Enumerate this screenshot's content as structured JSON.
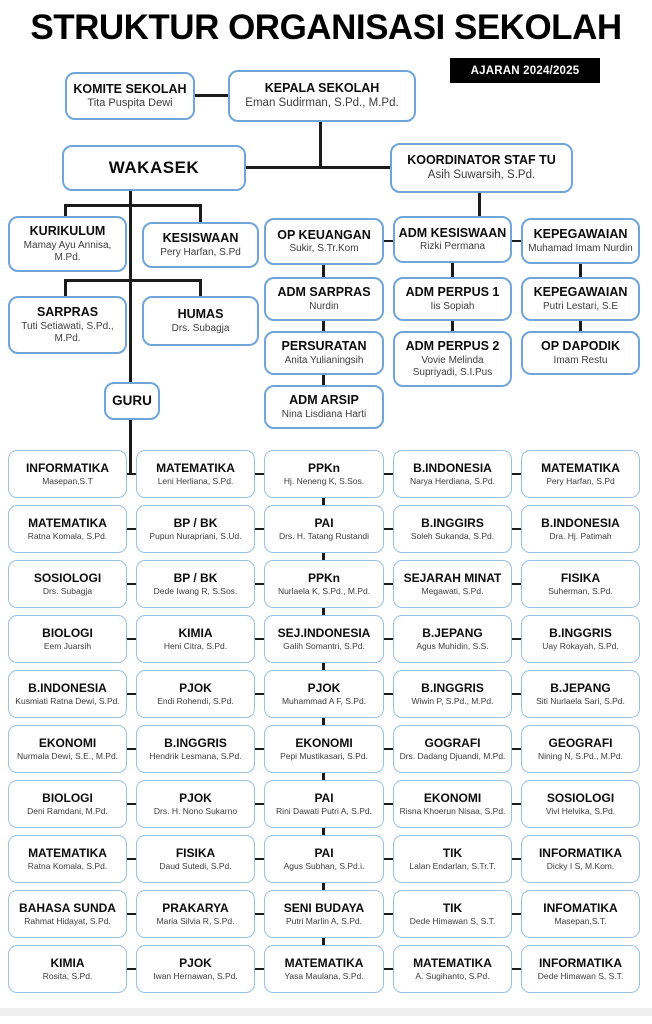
{
  "page": {
    "title": "STRUKTUR ORGANISASI SEKOLAH",
    "badge": "AJARAN 2024/2025"
  },
  "org": {
    "komite": {
      "title": "KOMITE SEKOLAH",
      "name": "Tita Puspita Dewi"
    },
    "kepala": {
      "title": "KEPALA SEKOLAH",
      "name": "Eman Sudirman, S.Pd., M.Pd."
    },
    "wakasek": {
      "title": "WAKASEK"
    },
    "koordinator": {
      "title": "KOORDINATOR STAF TU",
      "name": "Asih Suwarsih, S.Pd."
    },
    "kurikulum": {
      "title": "KURIKULUM",
      "name": "Mamay Ayu Annisa, M.Pd."
    },
    "kesiswaan": {
      "title": "KESISWAAN",
      "name": "Pery Harfan, S.Pd"
    },
    "sarpras": {
      "title": "SARPRAS",
      "name": "Tuti Setiawati, S.Pd., M.Pd."
    },
    "humas": {
      "title": "HUMAS",
      "name": "Drs. Subagja"
    },
    "guru": {
      "title": "GURU"
    },
    "op_keuangan": {
      "title": "OP KEUANGAN",
      "name": "Sukir, S.Tr.Kom"
    },
    "adm_kesiswaan": {
      "title": "ADM KESISWAAN",
      "name": "Rizki Permana"
    },
    "kepegawaian_1": {
      "title": "KEPEGAWAIAN",
      "name": "Muhamad Imam Nurdin"
    },
    "adm_sarpras": {
      "title": "ADM SARPRAS",
      "name": "Nurdin"
    },
    "adm_perpus_1": {
      "title": "ADM PERPUS 1",
      "name": "Iis Sopiah"
    },
    "kepegawaian_2": {
      "title": "KEPEGAWAIAN",
      "name": "Putri Lestari, S.E"
    },
    "persuratan": {
      "title": "PERSURATAN",
      "name": "Anita Yulianingsih"
    },
    "adm_perpus_2": {
      "title": "ADM PERPUS 2",
      "name": "Vovie Melinda Supriyadi, S.I.Pus"
    },
    "op_dapodik": {
      "title": "OP DAPODIK",
      "name": "Imam Restu"
    },
    "adm_arsip": {
      "title": "ADM ARSIP",
      "name": "Nina Lisdiana Harti"
    }
  },
  "teachers": {
    "rows": [
      [
        {
          "subject": "INFORMATIKA",
          "name": "Masepan,S.T"
        },
        {
          "subject": "MATEMATIKA",
          "name": "Leni Herliana, S.Pd."
        },
        {
          "subject": "PPKn",
          "name": "Hj. Neneng K, S.Sos."
        },
        {
          "subject": "B.INDONESIA",
          "name": "Narya Herdiana, S.Pd."
        },
        {
          "subject": "MATEMATIKA",
          "name": "Pery Harfan, S.Pd"
        }
      ],
      [
        {
          "subject": "MATEMATIKA",
          "name": "Ratna Komala, S.Pd."
        },
        {
          "subject": "BP / BK",
          "name": "Pupun Nurapriani, S.Ud."
        },
        {
          "subject": "PAI",
          "name": "Drs. H. Tatang Rustandi"
        },
        {
          "subject": "B.INGGIRS",
          "name": "Soleh Sukanda, S.Pd."
        },
        {
          "subject": "B.INDONESIA",
          "name": "Dra. Hj. Patimah"
        }
      ],
      [
        {
          "subject": "SOSIOLOGI",
          "name": "Drs. Subagja"
        },
        {
          "subject": "BP / BK",
          "name": "Dede Iwang R, S.Sos."
        },
        {
          "subject": "PPKn",
          "name": "Nurlaela K, S.Pd., M.Pd."
        },
        {
          "subject": "SEJARAH MINAT",
          "name": "Megawati, S.Pd."
        },
        {
          "subject": "FISIKA",
          "name": "Suherman, S.Pd."
        }
      ],
      [
        {
          "subject": "BIOLOGI",
          "name": "Eem Juarsih"
        },
        {
          "subject": "KIMIA",
          "name": "Heni Citra, S.Pd."
        },
        {
          "subject": "SEJ.INDONESIA",
          "name": "Galih Somantri, S.Pd."
        },
        {
          "subject": "B.JEPANG",
          "name": "Agus Muhidin, S.S."
        },
        {
          "subject": "B.INGGRIS",
          "name": "Uay Rokayah, S.Pd."
        }
      ],
      [
        {
          "subject": "B.INDONESIA",
          "name": "Kusmiati Ratna Dewi, S.Pd."
        },
        {
          "subject": "PJOK",
          "name": "Endi Rohendi, S.Pd."
        },
        {
          "subject": "PJOK",
          "name": "Muhammad A F, S.Pd."
        },
        {
          "subject": "B.INGGRIS",
          "name": "Wiwin P, S.Pd., M.Pd."
        },
        {
          "subject": "B.JEPANG",
          "name": "Siti Nurlaela Sari, S.Pd."
        }
      ],
      [
        {
          "subject": "EKONOMI",
          "name": "Nurmala Dewi, S.E., M.Pd."
        },
        {
          "subject": "B.INGGRIS",
          "name": "Hendrik Lesmana, S.Pd."
        },
        {
          "subject": "EKONOMI",
          "name": "Pepi Mustikasari, S.Pd."
        },
        {
          "subject": "GOGRAFI",
          "name": "Drs. Dadang Djuandi, M.Pd."
        },
        {
          "subject": "GEOGRAFI",
          "name": "Nining N, S.Pd., M.Pd."
        }
      ],
      [
        {
          "subject": "BIOLOGI",
          "name": "Deni Ramdani, M.Pd."
        },
        {
          "subject": "PJOK",
          "name": "Drs. H. Nono Sukarno"
        },
        {
          "subject": "PAI",
          "name": "Rini Dawati Putri A, S.Pd."
        },
        {
          "subject": "EKONOMI",
          "name": "Risna Khoerun Nisaa, S.Pd."
        },
        {
          "subject": "SOSIOLOGI",
          "name": "Vivi Helvika, S.Pd."
        }
      ],
      [
        {
          "subject": "MATEMATIKA",
          "name": "Ratna Komala, S.Pd."
        },
        {
          "subject": "FISIKA",
          "name": "Daud Sutedi, S.Pd."
        },
        {
          "subject": "PAI",
          "name": "Agus Subhan, S.Pd.i."
        },
        {
          "subject": "TIK",
          "name": "Lalan Endarlan, S.Tr.T."
        },
        {
          "subject": "INFORMATIKA",
          "name": "Dicky I S, M.Kom."
        }
      ],
      [
        {
          "subject": "BAHASA SUNDA",
          "name": "Rahmat Hidayat, S.Pd."
        },
        {
          "subject": "PRAKARYA",
          "name": "Maria Silvia R, S.Pd."
        },
        {
          "subject": "SENI BUDAYA",
          "name": "Putri Marlin A, S.Pd."
        },
        {
          "subject": "TIK",
          "name": "Dede Himawan S, S.T."
        },
        {
          "subject": "INFOMATIKA",
          "name": "Masepan,S.T."
        }
      ],
      [
        {
          "subject": "KIMIA",
          "name": "Rosita, S.Pd."
        },
        {
          "subject": "PJOK",
          "name": "Iwan Hernawan, S.Pd."
        },
        {
          "subject": "MATEMATIKA",
          "name": "Yasa Maulana, S.Pd."
        },
        {
          "subject": "MATEMATIKA",
          "name": "A. Sugihanto, S.Pd."
        },
        {
          "subject": "INFORMATIKA",
          "name": "Dede Himawan S, S.T."
        }
      ]
    ]
  },
  "colors": {
    "box_border": "#6fa5d9",
    "grid_border": "#98c1e6",
    "line": "#1b1b1b",
    "badge_bg": "#000000",
    "badge_text": "#ffffff"
  }
}
